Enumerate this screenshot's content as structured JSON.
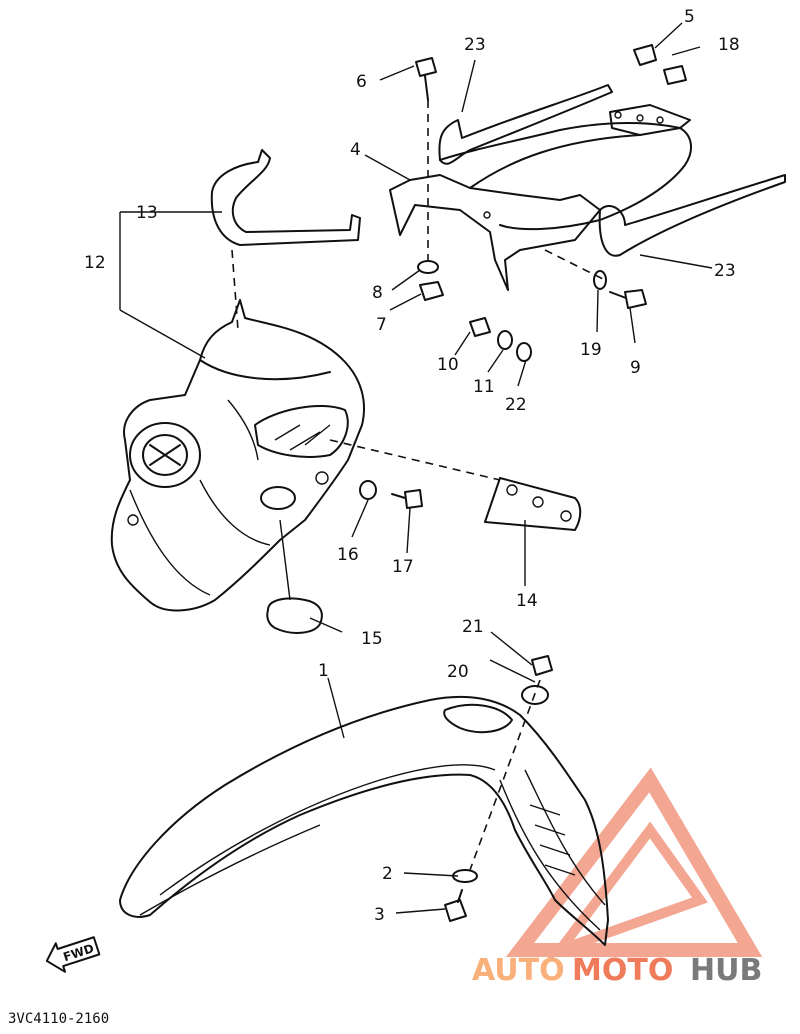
{
  "labels": [
    {
      "id": "1",
      "text": "1"
    },
    {
      "id": "2",
      "text": "2"
    },
    {
      "id": "3",
      "text": "3"
    },
    {
      "id": "4",
      "text": "4"
    },
    {
      "id": "5",
      "text": "5"
    },
    {
      "id": "6",
      "text": "6"
    },
    {
      "id": "7",
      "text": "7"
    },
    {
      "id": "8",
      "text": "8"
    },
    {
      "id": "9",
      "text": "9"
    },
    {
      "id": "10",
      "text": "10"
    },
    {
      "id": "11",
      "text": "11"
    },
    {
      "id": "12",
      "text": "12"
    },
    {
      "id": "13",
      "text": "13"
    },
    {
      "id": "14",
      "text": "14"
    },
    {
      "id": "15",
      "text": "15"
    },
    {
      "id": "16",
      "text": "16"
    },
    {
      "id": "17",
      "text": "17"
    },
    {
      "id": "18",
      "text": "18"
    },
    {
      "id": "19",
      "text": "19"
    },
    {
      "id": "20",
      "text": "20"
    },
    {
      "id": "21",
      "text": "21"
    },
    {
      "id": "22",
      "text": "22"
    },
    {
      "id": "23a",
      "text": "23"
    },
    {
      "id": "23b",
      "text": "23"
    }
  ],
  "diagram_code": "3VC4110-2160",
  "fwd_label": "FWD",
  "watermark": {
    "part1": "AUTO",
    "part2": "MOTO",
    "part3": "HUB",
    "color_primary": "#f07b5a",
    "color_secondary": "#f9b07a",
    "color_dark": "#7a7a7a"
  }
}
